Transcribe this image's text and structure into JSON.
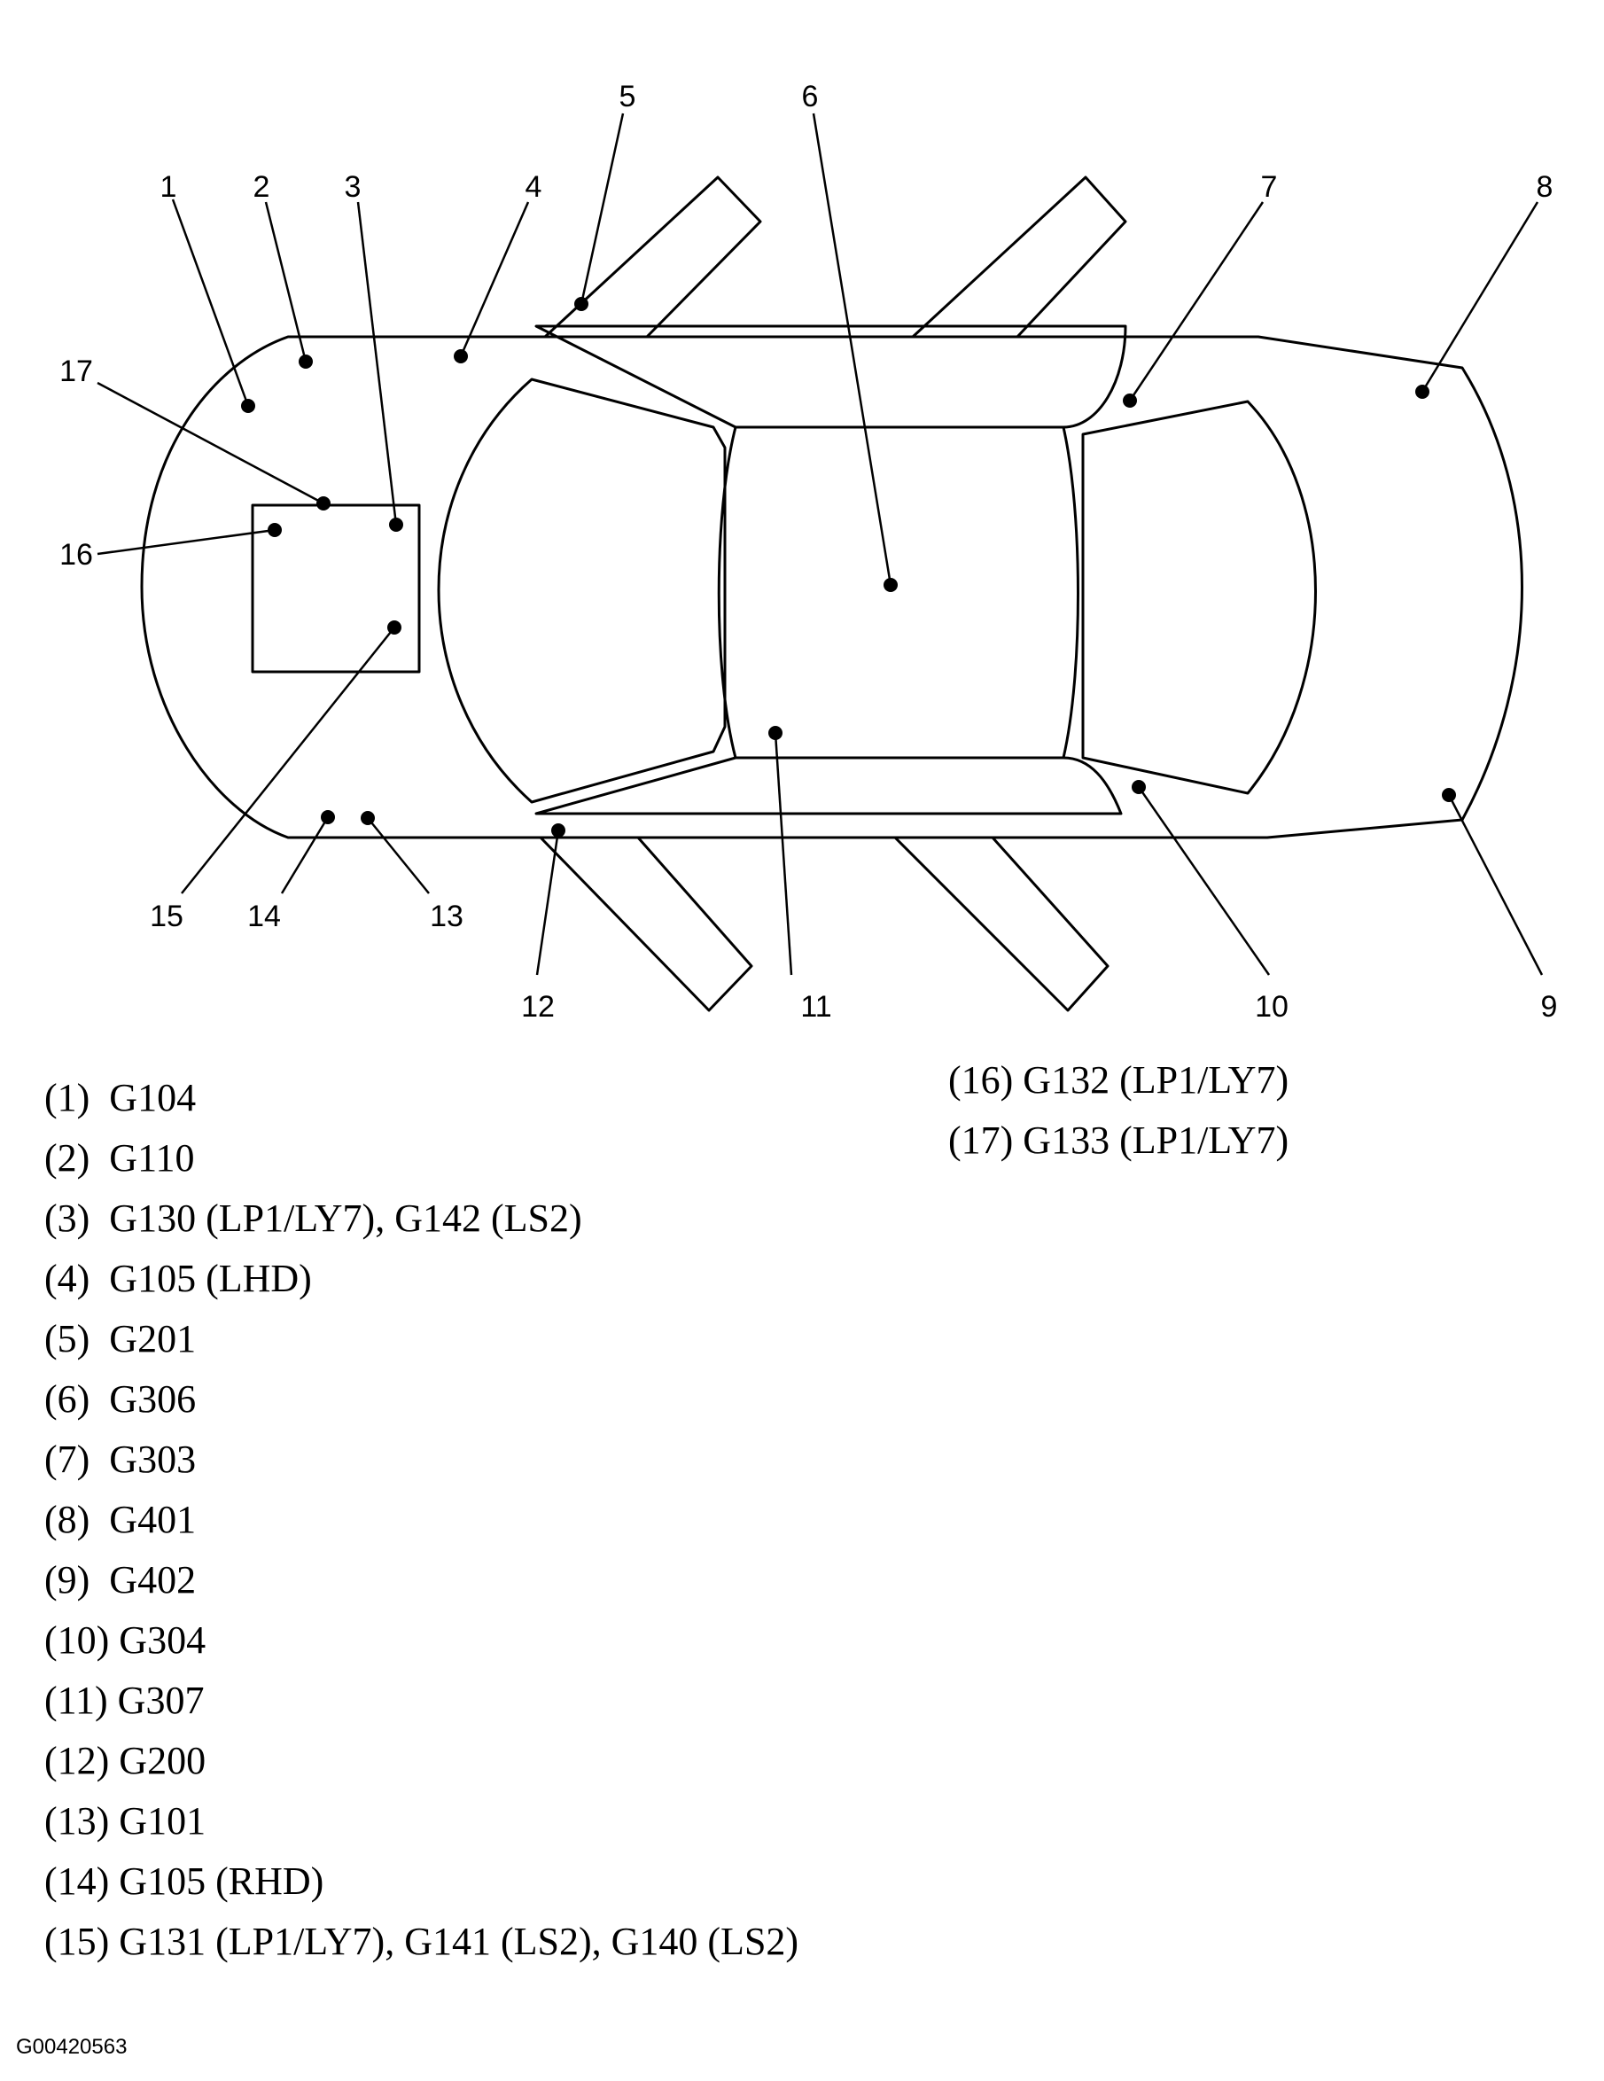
{
  "callouts": [
    "1",
    "2",
    "3",
    "4",
    "5",
    "6",
    "7",
    "8",
    "9",
    "10",
    "11",
    "12",
    "13",
    "14",
    "15",
    "16",
    "17"
  ],
  "legend": {
    "left": [
      "(1)  G104",
      "(2)  G110",
      "(3)  G130 (LP1/LY7), G142 (LS2)",
      "(4)  G105 (LHD)",
      "(5)  G201",
      "(6)  G306",
      "(7)  G303",
      "(8)  G401",
      "(9)  G402",
      "(10) G304",
      "(11) G307",
      "(12) G200",
      "(13) G101",
      "(14) G105 (RHD)",
      "(15) G131 (LP1/LY7), G141 (LS2), G140 (LS2)"
    ],
    "right": [
      "(16) G132 (LP1/LY7)",
      "(17) G133 (LP1/LY7)"
    ]
  },
  "figure_id": "G00420563"
}
